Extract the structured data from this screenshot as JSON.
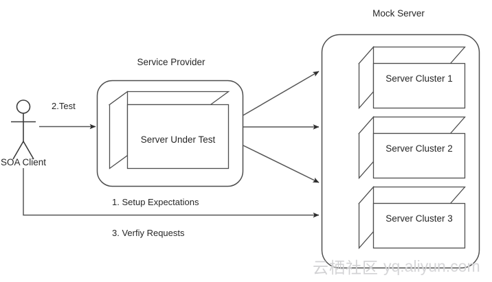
{
  "diagram": {
    "title_service_provider": "Service Provider",
    "title_mock_server": "Mock Server",
    "actor": {
      "label": "SOA Client",
      "icon": "stick-figure-actor"
    },
    "service_provider": {
      "box_label": "Server Under Test"
    },
    "mock_server": {
      "clusters": [
        {
          "label": "Server Cluster 1"
        },
        {
          "label": "Server Cluster 2"
        },
        {
          "label": "Server Cluster 3"
        }
      ]
    },
    "flows": [
      {
        "id": "setup",
        "label": "1. Setup Expectations"
      },
      {
        "id": "test",
        "label": "2.Test"
      },
      {
        "id": "verify",
        "label": "3. Verfiy  Requests"
      }
    ],
    "watermark": {
      "cn": "云栖社区",
      "en": "yq.aliyun.com"
    },
    "colors": {
      "background": "#ffffff",
      "stroke": "#4d4d4d",
      "text": "#262626",
      "watermark": "#d4d4d6"
    }
  }
}
